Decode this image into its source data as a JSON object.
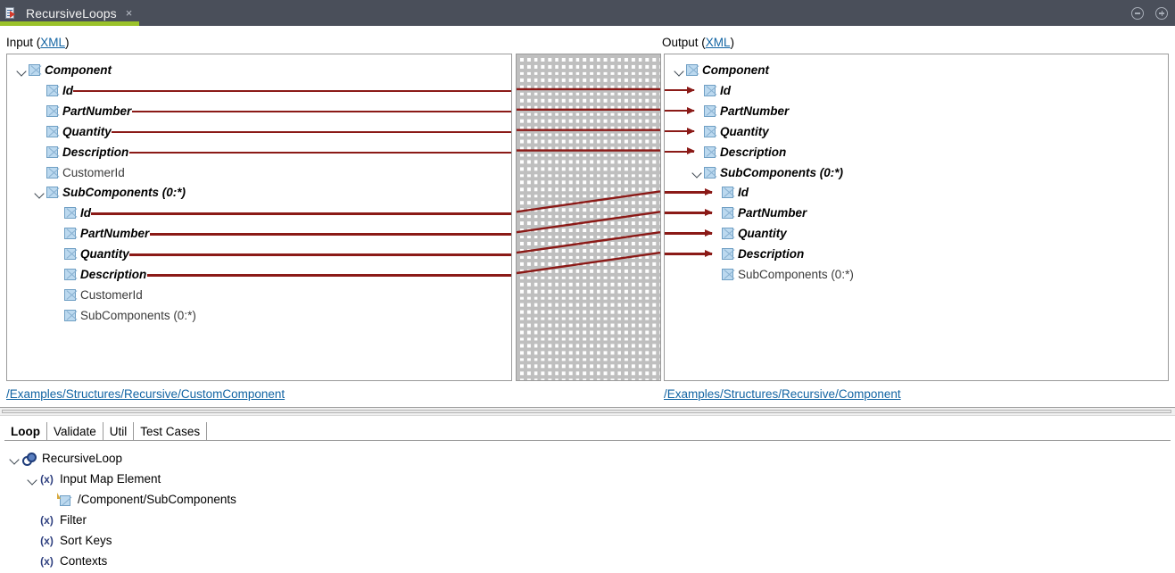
{
  "window": {
    "tab_title": "RecursiveLoops",
    "tab_close": "×",
    "minimize_label": "minimize",
    "maximize_label": "maximize",
    "accent_color": "#9ac22a",
    "titlebar_color": "#4a4f5a"
  },
  "mapper": {
    "input": {
      "heading_prefix": "Input (",
      "heading_link": "XML",
      "heading_suffix": ")",
      "path": "/Examples/Structures/Recursive/CustomComponent",
      "nodes": [
        {
          "label": "Component",
          "indent": 0,
          "twisty": "open",
          "mapped": true,
          "line": false
        },
        {
          "label": "Id",
          "indent": 1,
          "twisty": "none",
          "mapped": true,
          "line": true
        },
        {
          "label": "PartNumber",
          "indent": 1,
          "twisty": "none",
          "mapped": true,
          "line": true
        },
        {
          "label": "Quantity",
          "indent": 1,
          "twisty": "none",
          "mapped": true,
          "line": true
        },
        {
          "label": "Description",
          "indent": 1,
          "twisty": "none",
          "mapped": true,
          "line": true
        },
        {
          "label": "CustomerId",
          "indent": 1,
          "twisty": "none",
          "mapped": false,
          "line": false
        },
        {
          "label": "SubComponents (0:*)",
          "indent": 1,
          "twisty": "open",
          "mapped": true,
          "line": false
        },
        {
          "label": "Id",
          "indent": 2,
          "twisty": "none",
          "mapped": true,
          "line": true
        },
        {
          "label": "PartNumber",
          "indent": 2,
          "twisty": "none",
          "mapped": true,
          "line": true
        },
        {
          "label": "Quantity",
          "indent": 2,
          "twisty": "none",
          "mapped": true,
          "line": true
        },
        {
          "label": "Description",
          "indent": 2,
          "twisty": "none",
          "mapped": true,
          "line": true
        },
        {
          "label": "CustomerId",
          "indent": 2,
          "twisty": "none",
          "mapped": false,
          "line": false
        },
        {
          "label": "SubComponents (0:*)",
          "indent": 2,
          "twisty": "none",
          "mapped": false,
          "line": false
        }
      ]
    },
    "output": {
      "heading_prefix": "Output (",
      "heading_link": "XML",
      "heading_suffix": ")",
      "path": "/Examples/Structures/Recursive/Component",
      "nodes": [
        {
          "label": "Component",
          "indent": 0,
          "twisty": "open",
          "mapped": true,
          "arrow": false,
          "selected": false
        },
        {
          "label": "Id",
          "indent": 1,
          "twisty": "none",
          "mapped": true,
          "arrow": true,
          "selected": false
        },
        {
          "label": "PartNumber",
          "indent": 1,
          "twisty": "none",
          "mapped": true,
          "arrow": true,
          "selected": false
        },
        {
          "label": "Quantity",
          "indent": 1,
          "twisty": "none",
          "mapped": true,
          "arrow": true,
          "selected": false
        },
        {
          "label": "Description",
          "indent": 1,
          "twisty": "none",
          "mapped": true,
          "arrow": true,
          "selected": false
        },
        {
          "label": "SubComponents (0:*)",
          "indent": 1,
          "twisty": "open",
          "mapped": true,
          "arrow": false,
          "selected": true
        },
        {
          "label": "Id",
          "indent": 2,
          "twisty": "none",
          "mapped": true,
          "arrow": true,
          "selected": false
        },
        {
          "label": "PartNumber",
          "indent": 2,
          "twisty": "none",
          "mapped": true,
          "arrow": true,
          "selected": false
        },
        {
          "label": "Quantity",
          "indent": 2,
          "twisty": "none",
          "mapped": true,
          "arrow": true,
          "selected": false
        },
        {
          "label": "Description",
          "indent": 2,
          "twisty": "none",
          "mapped": true,
          "arrow": true,
          "selected": false
        },
        {
          "label": "SubComponents (0:*)",
          "indent": 2,
          "twisty": "none",
          "mapped": false,
          "arrow": false,
          "selected": false
        }
      ]
    },
    "links": {
      "color": "#8b1a17",
      "connections": [
        {
          "from_row": 1,
          "to_row": 1
        },
        {
          "from_row": 2,
          "to_row": 2
        },
        {
          "from_row": 3,
          "to_row": 3
        },
        {
          "from_row": 4,
          "to_row": 4
        },
        {
          "from_row": 7,
          "to_row": 6
        },
        {
          "from_row": 8,
          "to_row": 7
        },
        {
          "from_row": 9,
          "to_row": 8
        },
        {
          "from_row": 10,
          "to_row": 9
        }
      ]
    }
  },
  "bottom": {
    "tabs": [
      {
        "label": "Loop",
        "active": true
      },
      {
        "label": "Validate",
        "active": false
      },
      {
        "label": "Util",
        "active": false
      },
      {
        "label": "Test Cases",
        "active": false
      }
    ],
    "tree": [
      {
        "label": "RecursiveLoop",
        "indent": 0,
        "twisty": "open",
        "icon": "loop-icon"
      },
      {
        "label": "Input Map Element",
        "indent": 1,
        "twisty": "open",
        "icon": "variable-icon"
      },
      {
        "label": "/Component/SubComponents",
        "indent": 2,
        "twisty": "none",
        "icon": "node-path-icon"
      },
      {
        "label": "Filter",
        "indent": 1,
        "twisty": "none",
        "icon": "variable-icon"
      },
      {
        "label": "Sort Keys",
        "indent": 1,
        "twisty": "none",
        "icon": "variable-icon"
      },
      {
        "label": "Contexts",
        "indent": 1,
        "twisty": "none",
        "icon": "variable-icon"
      }
    ],
    "variable_glyph": "(x)"
  }
}
